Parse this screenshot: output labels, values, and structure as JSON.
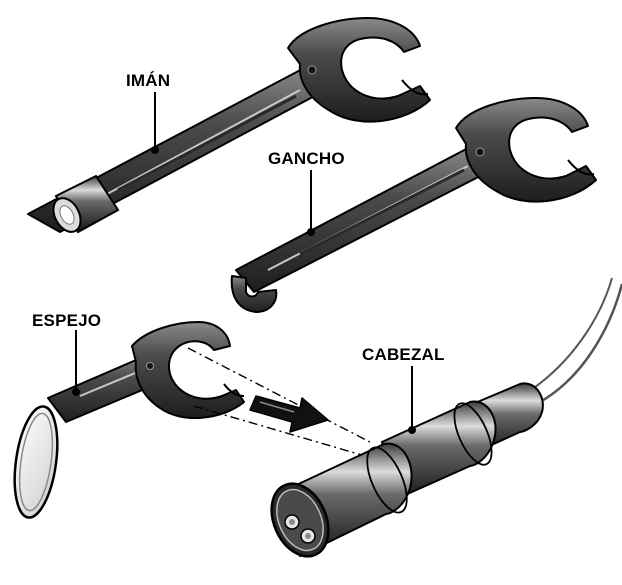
{
  "labels": {
    "magnet": "IMÁN",
    "hook": "GANCHO",
    "mirror": "ESPEJO",
    "head": "CABEZAL"
  },
  "colors": {
    "tool_fill": "#4a4a4a",
    "tool_highlight": "#b8b8b8",
    "tool_shadow": "#222222",
    "outline": "#000000",
    "cable": "#555555",
    "arrow": "#111111"
  }
}
